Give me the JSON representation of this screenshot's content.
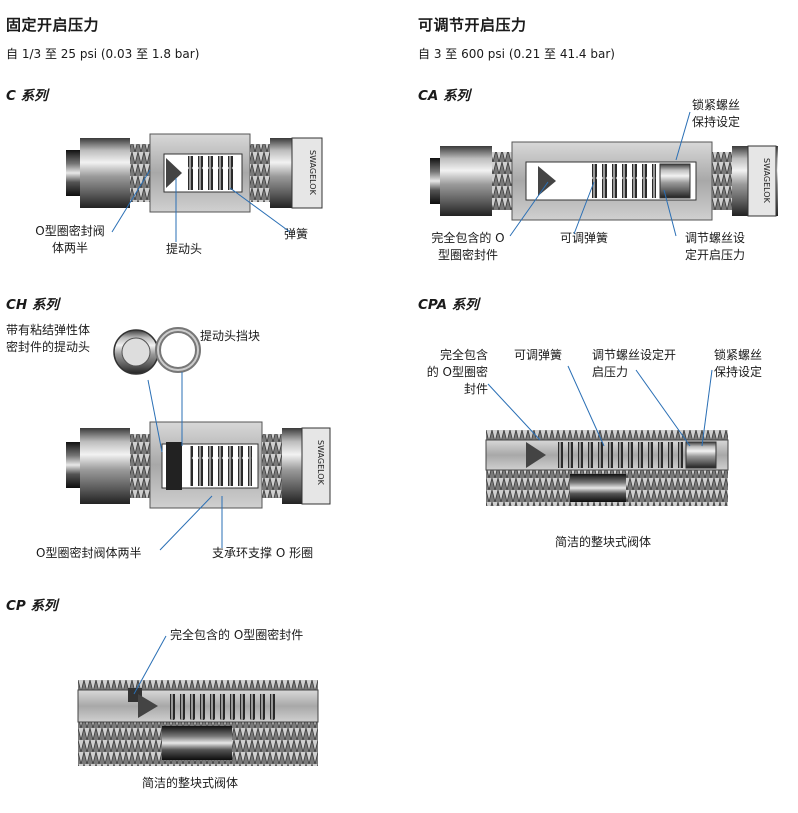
{
  "left": {
    "heading": "固定开启压力",
    "range": "自 1/3 至 25 psi (0.03 至 1.8 bar)"
  },
  "right": {
    "heading": "可调节开启压力",
    "range": "自 3 至 600 psi (0.21 至 41.4 bar)"
  },
  "c_series": {
    "title": "C 系列",
    "brand": "SWAGELOK",
    "labels": {
      "oring": "O型圈密封阀\n体两半",
      "poppet": "提动头",
      "spring": "弹簧"
    }
  },
  "ca_series": {
    "title": "CA 系列",
    "brand": "SWAGELOK",
    "labels": {
      "lock": "锁紧螺丝\n保持设定",
      "oring": "完全包含的 O\n型圈密封件",
      "spring": "可调弹簧",
      "adjust": "调节螺丝设\n定开启压力"
    }
  },
  "ch_series": {
    "title": "CH 系列",
    "brand": "SWAGELOK",
    "labels": {
      "poppet": "带有粘结弹性体\n密封件的提动头",
      "retainer": "提动头挡块",
      "oring": "O型圈密封阀体两半",
      "backup": "支承环支撑 O 形圈"
    }
  },
  "cpa_series": {
    "title": "CPA 系列",
    "labels": {
      "oring": "完全包含\n的 O型圈密\n封件",
      "spring": "可调弹簧",
      "adjust": "调节螺丝设定开\n启压力",
      "lock": "锁紧螺丝\n保持设定"
    },
    "caption": "简洁的整块式阀体"
  },
  "cp_series": {
    "title": "CP 系列",
    "labels": {
      "oring": "完全包含的 O型圈密封件"
    },
    "caption": "简洁的整块式阀体"
  }
}
